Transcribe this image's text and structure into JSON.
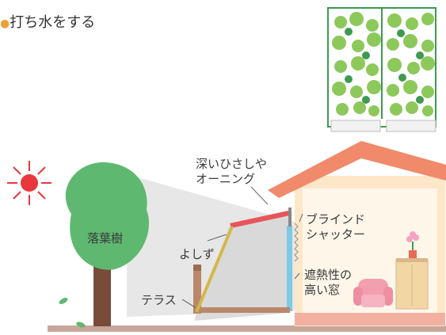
{
  "top_text": "打ち水をする",
  "labels": {
    "tree": "落葉樹",
    "eaves_1": "深いひさしや",
    "eaves_2": "オーニング",
    "blind_1": "ブラインド",
    "blind_2": "シャッター",
    "reed_screen": "よしず",
    "window_1": "遮熱性の",
    "window_2": "高い窓",
    "terrace": "テラス"
  },
  "icons": [
    "sun-icon",
    "green-curtain-icon",
    "flower-icon",
    "armchair-icon"
  ],
  "colors": {
    "sun": "#e8383d",
    "tree": "#5fb870",
    "roof": "#f08a6a",
    "wall": "#fde7c9",
    "shade": "#d9d9d9",
    "window": "#7fc9e6",
    "reed": "#d2b84a",
    "terrace": "#b9876a"
  }
}
